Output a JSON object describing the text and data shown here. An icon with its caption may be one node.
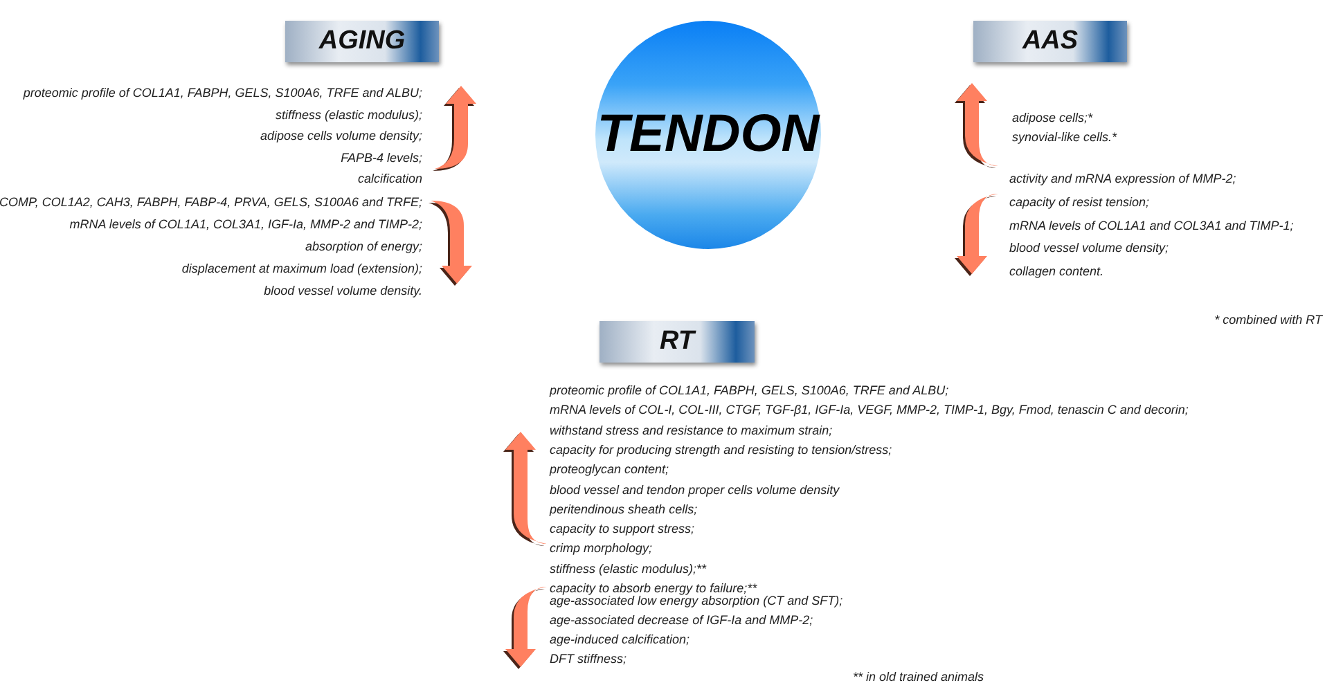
{
  "diagram": {
    "nodes": [
      {
        "text": [
          "TENDON"
        ]
      },
      {
        "text": [
          "AGING"
        ]
      },
      {
        "text": [
          "AAS"
        ]
      },
      {
        "text": [
          "RT"
        ]
      }
    ],
    "labels": [
      "proteomic profile of COL1A1, FABPH, GELS, S100A6, TRFE and ALBU;",
      "stiffness (elastic modulus);",
      "adipose cells volume density;",
      "FAPB-4 levels;",
      "calcification",
      "COMP, COL1A2, CAH3, FABPH, FABP-4, PRVA, GELS, S100A6 and TRFE;",
      "mRNA levels of COL1A1, COL3A1, IGF-Ia, MMP-2 and TIMP-2;",
      "absorption of energy;",
      "displacement at maximum load (extension);",
      "blood vessel volume density.",
      "adipose cells;*",
      "synovial-like cells.*",
      "activity and mRNA expression of MMP-2;",
      "capacity of resist tension;",
      "mRNA levels of COL1A1 and COL3A1 and TIMP-1;",
      "blood vessel volume density;",
      "collagen content.",
      "* combined with RT",
      "proteomic profile of COL1A1, FABPH, GELS, S100A6, TRFE and ALBU;",
      "mRNA levels of COL-I, COL-III, CTGF, TGF-β1, IGF-Ia, VEGF, MMP-2, TIMP-1, Bgy, Fmod, tenascin C and decorin;",
      "withstand stress and resistance to maximum strain;",
      "capacity for producing strength and resisting to tension/stress;",
      "proteoglycan content;",
      "blood vessel and tendon proper cells volume density",
      "peritendinous sheath cells;",
      "capacity to support stress;",
      "crimp morphology;",
      "stiffness (elastic modulus);**",
      "capacity to absorb energy to failure;**",
      "age-associated low energy absorption (CT and SFT);",
      "age-associated decrease of IGF-Ia and MMP-2;",
      "age-induced calcification;",
      "DFT stiffness;",
      "** in old trained animals"
    ]
  }
}
